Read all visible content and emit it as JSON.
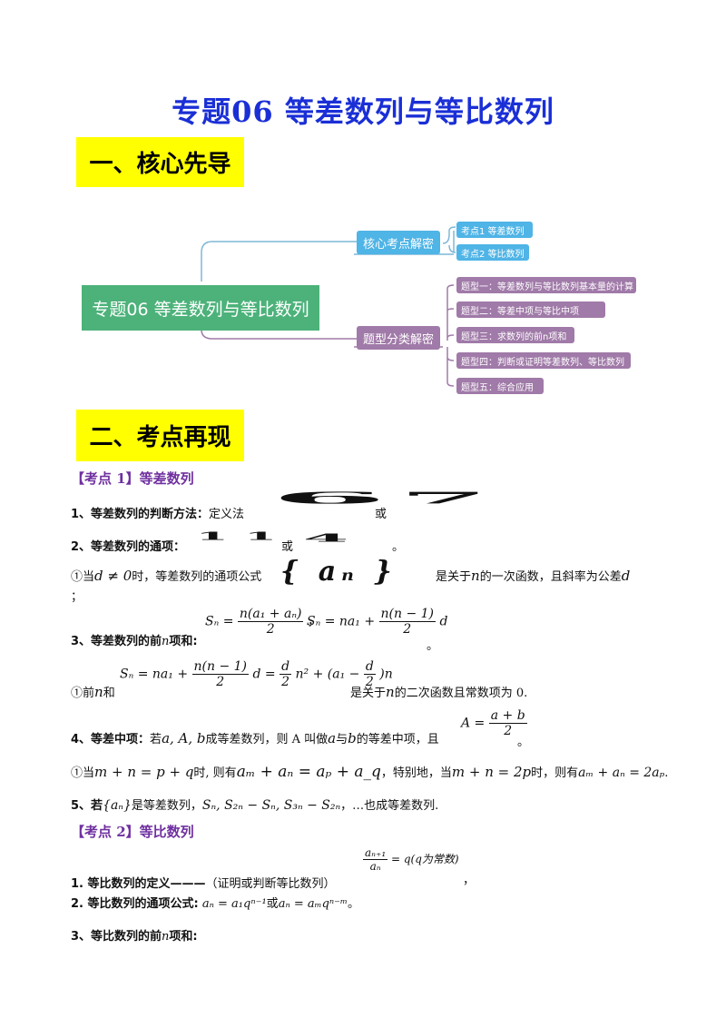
{
  "title": "专题06  等差数列与等比数列",
  "section1": {
    "label": "一、核心先导"
  },
  "mindmap": {
    "root": "专题06 等差数列与等比数列",
    "branches": [
      {
        "label": "核心考点解密",
        "leaves": [
          "考点1 等差数列",
          "考点2 等比数列"
        ]
      },
      {
        "label": "题型分类解密",
        "leaves": [
          "题型一：等差数列与等比数列基本量的计算",
          "题型二：等差中项与等比中项",
          "题型三：求数列的前n项和",
          "题型四：判断或证明等差数列、等比数列",
          "题型五：综合应用"
        ]
      }
    ]
  },
  "section2": {
    "label": "二、考点再现"
  },
  "kp1": {
    "heading": "【考点 1】等差数列",
    "item1_label": "1、等差数列的判断方法：",
    "item1_text": "定义法",
    "item1_or": "或",
    "item1_glyph_a": "6",
    "item1_glyph_b": "7",
    "item2_label": "2、等差数列的通项：",
    "item2_glyph_a": "1 1",
    "item2_or": "或",
    "item2_glyph_b": "4",
    "item2_end": "。",
    "note1_pre": "①当",
    "note1_cond": "d ≠ 0",
    "note1_mid": "时，等差数列的通项公式",
    "note1_formula": "{ aₙ }",
    "note1_post": "是关于",
    "note1_n": "n",
    "note1_post2": "的一次函数，且斜率为公差",
    "note1_d": "d",
    "note1_end": "；",
    "item3_label": "3、等差数列的前",
    "item3_n": "n",
    "item3_label2": "项和:",
    "item3_f1_left": "Sₙ =",
    "item3_f1_num": "n(a₁ + aₙ)",
    "item3_f1_den": "2",
    "item3_sep": "，",
    "item3_f2_left": "Sₙ = na₁ +",
    "item3_f2_num": "n(n − 1)",
    "item3_f2_den": "2",
    "item3_f2_right": "d",
    "item3_end": "。",
    "note3_pre": "①前",
    "note3_n": "n",
    "note3_mid": "和",
    "note3_f_left": "Sₙ = na₁ +",
    "note3_f_num1": "n(n − 1)",
    "note3_f_den1": "2",
    "note3_f_mid1": "d =",
    "note3_f_num2": "d",
    "note3_f_den2": "2",
    "note3_f_mid2": "n² + (a₁ −",
    "note3_f_num3": "d",
    "note3_f_den3": "2",
    "note3_f_end": ")n",
    "note3_post": "是关于",
    "note3_n2": "n",
    "note3_post2": "的二次函数且常数项为 0.",
    "item4_label": "4、等差中项：",
    "item4_text1": "若",
    "item4_vars": "a, A, b",
    "item4_text2": "成等差数列，则 A 叫做",
    "item4_a": "a",
    "item4_text3": "与",
    "item4_b": "b",
    "item4_text4": "的等差中项，且",
    "item4_f_left": "A =",
    "item4_f_num": "a + b",
    "item4_f_den": "2",
    "item4_end": "。",
    "note4_pre": "①当",
    "note4_cond": "m + n = p + q",
    "note4_mid": "时, 则有",
    "note4_formula": "aₘ + aₙ = aₚ + a_q",
    "note4_mid2": "，特别地，当",
    "note4_cond2": "m + n = 2p",
    "note4_mid3": "时，则有",
    "note4_formula2": "aₘ + aₙ = 2aₚ",
    "note4_end": ".",
    "item5_label": "5、若",
    "item5_seq": "{aₙ}",
    "item5_text": "是等差数列，",
    "item5_formula": "Sₙ, S₂ₙ − Sₙ, S₃ₙ − S₂ₙ",
    "item5_end": "，…也成等差数列."
  },
  "kp2": {
    "heading": "【考点 2】等比数列",
    "def_num": "aₙ₊₁",
    "def_den": "aₙ",
    "def_right": "= q(q为常数)",
    "def_comma": "，",
    "item1_label": "1. 等比数列的定义———",
    "item1_text": "（证明或判断等比数列）",
    "item2_label": "2. 等比数列的通项公式:",
    "item2_f1": "aₙ = a₁qⁿ⁻¹",
    "item2_or": "或",
    "item2_f2": "aₙ = aₘqⁿ⁻ᵐ",
    "item2_end": "。",
    "item3_label": "3、等比数列的前",
    "item3_n": "n",
    "item3_label2": "项和:"
  },
  "colors": {
    "title": "#1a2fd6",
    "banner": "#ffff00",
    "heading": "#7030a0",
    "mm_root": "#4cb27a",
    "mm_blue": "#4fb4e6",
    "mm_purple": "#a07aa8"
  }
}
